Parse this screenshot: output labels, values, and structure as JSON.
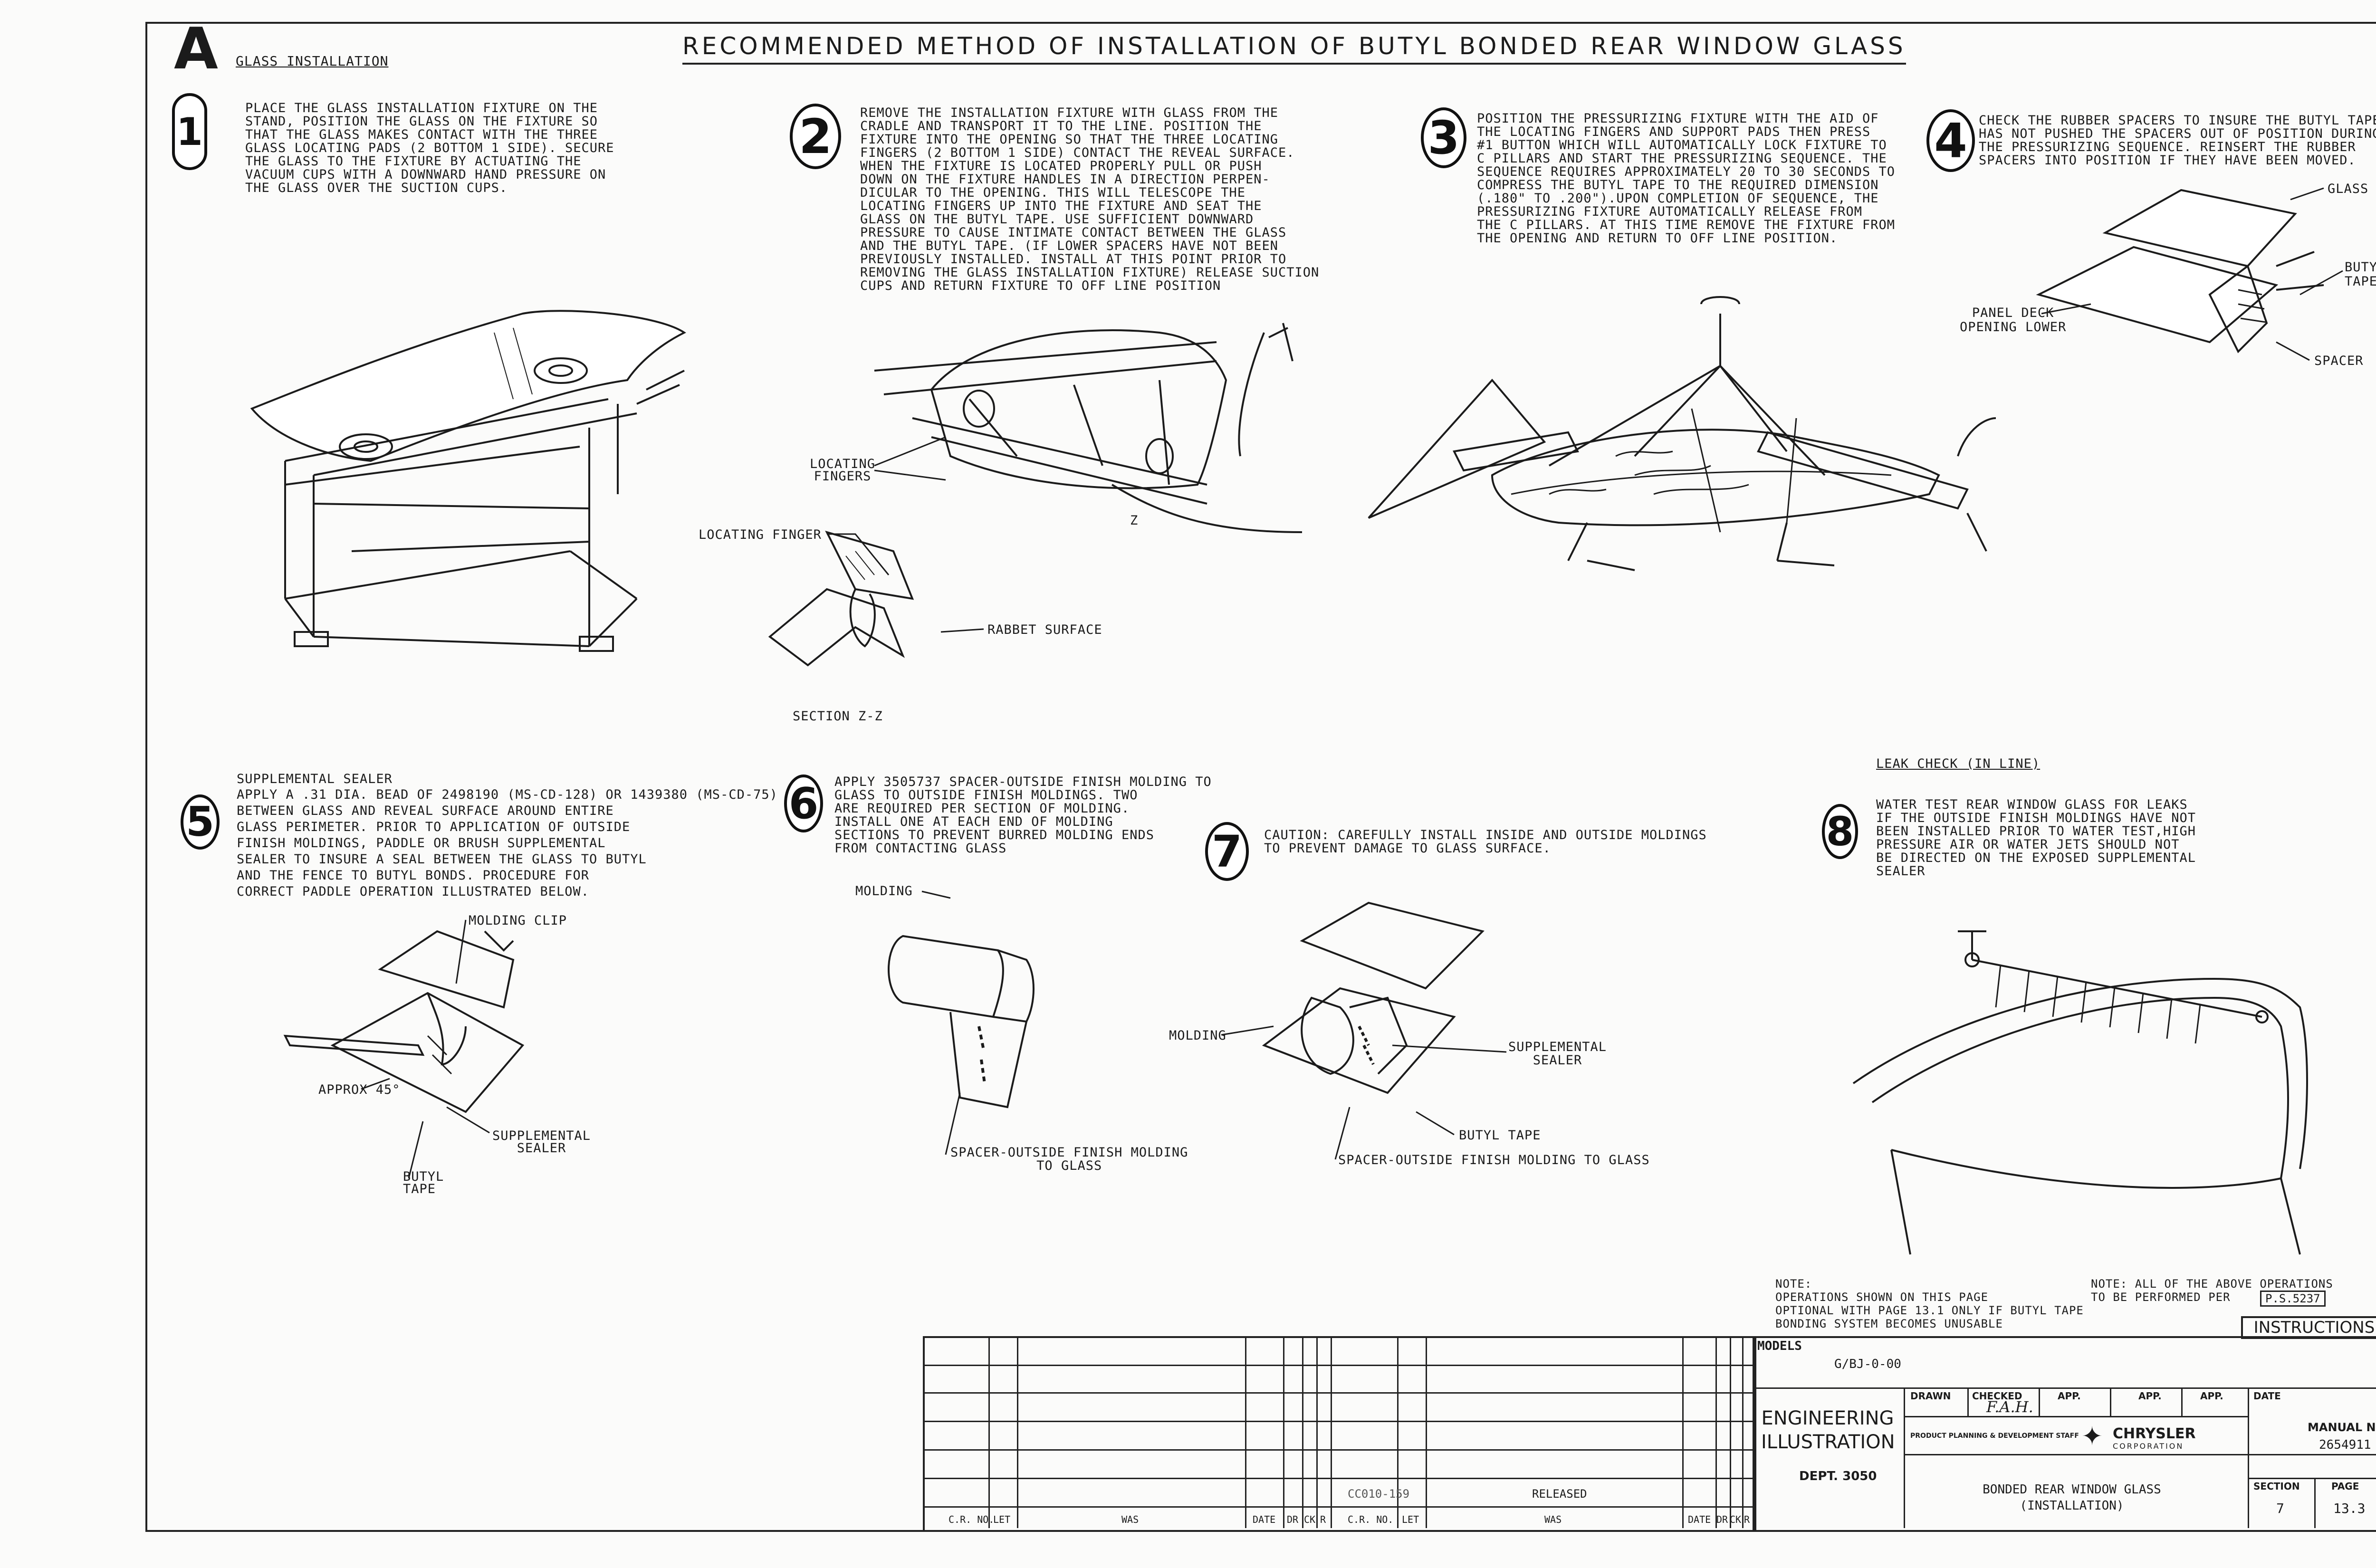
{
  "header": {
    "section_letter": "A",
    "section_title": "GLASS INSTALLATION",
    "main_title": "RECOMMENDED METHOD OF INSTALLATION OF BUTYL BONDED REAR WINDOW GLASS"
  },
  "steps": [
    {
      "number": "1",
      "text": "PLACE THE GLASS INSTALLATION FIXTURE ON THE\nSTAND, POSITION THE GLASS ON THE FIXTURE SO\nTHAT THE GLASS MAKES CONTACT WITH THE THREE\nGLASS LOCATING PADS (2 BOTTOM 1 SIDE). SECURE\nTHE GLASS TO THE FIXTURE BY ACTUATING THE\nVACUUM CUPS WITH A DOWNWARD HAND PRESSURE ON\nTHE GLASS OVER THE SUCTION CUPS."
    },
    {
      "number": "2",
      "text": "REMOVE THE INSTALLATION FIXTURE WITH GLASS FROM THE\nCRADLE AND TRANSPORT IT TO THE LINE. POSITION THE\nFIXTURE INTO THE OPENING SO THAT THE THREE LOCATING\nFINGERS (2 BOTTOM 1 SIDE) CONTACT THE REVEAL SURFACE.\nWHEN THE FIXTURE IS LOCATED PROPERLY PULL OR PUSH\nDOWN ON THE FIXTURE HANDLES IN A DIRECTION PERPEN-\nDICULAR TO THE OPENING. THIS WILL TELESCOPE THE\nLOCATING FINGERS UP INTO THE FIXTURE AND SEAT THE\nGLASS ON THE BUTYL TAPE. USE SUFFICIENT DOWNWARD\nPRESSURE TO CAUSE INTIMATE CONTACT BETWEEN THE GLASS\nAND THE BUTYL TAPE. (IF LOWER SPACERS HAVE NOT BEEN\nPREVIOUSLY INSTALLED. INSTALL AT THIS POINT PRIOR TO\nREMOVING THE GLASS INSTALLATION FIXTURE) RELEASE SUCTION\nCUPS AND RETURN FIXTURE TO OFF LINE POSITION"
    },
    {
      "number": "3",
      "text": "POSITION THE PRESSURIZING FIXTURE WITH THE AID OF\nTHE LOCATING FINGERS AND SUPPORT PADS THEN PRESS\n#1 BUTTON WHICH WILL AUTOMATICALLY LOCK FIXTURE TO\nC PILLARS AND START THE PRESSURIZING SEQUENCE. THE\nSEQUENCE REQUIRES APPROXIMATELY 20 TO 30 SECONDS TO\nCOMPRESS THE BUTYL TAPE TO THE REQUIRED DIMENSION\n(.180\" TO .200\").UPON COMPLETION OF SEQUENCE, THE\nPRESSURIZING FIXTURE AUTOMATICALLY RELEASE FROM\nTHE C PILLARS. AT THIS TIME REMOVE THE FIXTURE FROM\nTHE OPENING AND RETURN TO OFF LINE POSITION."
    },
    {
      "number": "4",
      "text": "CHECK THE RUBBER SPACERS TO INSURE THE BUTYL TAPE\nHAS NOT PUSHED THE SPACERS OUT OF POSITION DURING\nTHE PRESSURIZING SEQUENCE. REINSERT THE RUBBER\nSPACERS INTO POSITION IF THEY HAVE BEEN MOVED."
    },
    {
      "number": "5",
      "heading": "SUPPLEMENTAL SEALER",
      "text": "APPLY A .31 DIA. BEAD OF 2498190 (MS-CD-128) OR 1439380 (MS-CD-75)\nBETWEEN GLASS AND REVEAL SURFACE AROUND ENTIRE\nGLASS PERIMETER. PRIOR TO APPLICATION OF OUTSIDE\nFINISH MOLDINGS, PADDLE OR BRUSH SUPPLEMENTAL\nSEALER TO INSURE A SEAL BETWEEN THE GLASS TO BUTYL\nAND THE FENCE TO BUTYL BONDS. PROCEDURE FOR\nCORRECT PADDLE OPERATION ILLUSTRATED BELOW."
    },
    {
      "number": "6",
      "text": "APPLY 3505737 SPACER-OUTSIDE FINISH MOLDING TO\nGLASS TO OUTSIDE FINISH MOLDINGS. TWO\nARE REQUIRED PER SECTION OF MOLDING.\nINSTALL ONE AT EACH END OF MOLDING\nSECTIONS TO PREVENT BURRED MOLDING ENDS\nFROM CONTACTING GLASS"
    },
    {
      "number": "7",
      "text": "CAUTION: CAREFULLY INSTALL INSIDE AND OUTSIDE MOLDINGS\nTO PREVENT DAMAGE TO GLASS SURFACE."
    },
    {
      "number": "8",
      "heading": "LEAK CHECK (IN LINE)",
      "text": "WATER TEST REAR WINDOW GLASS FOR LEAKS\nIF THE OUTSIDE FINISH MOLDINGS HAVE NOT\nBEEN INSTALLED PRIOR TO WATER TEST,HIGH\nPRESSURE AIR OR WATER JETS SHOULD NOT\nBE DIRECTED ON THE EXPOSED SUPPLEMENTAL\nSEALER"
    }
  ],
  "callouts": {
    "locating_fingers": "LOCATING\nFINGERS",
    "locating_finger": "LOCATING FINGER",
    "rabbet_surface": "RABBET SURFACE",
    "section_zz": "SECTION Z-Z",
    "z_marker": "Z",
    "glass": "GLASS",
    "butyl_tape": "BUTYL\nTAPE",
    "panel_deck": "PANEL DECK\nOPENING LOWER",
    "spacer": "SPACER",
    "molding_clip": "MOLDING CLIP",
    "approx_45": "APPROX 45°",
    "supplemental_sealer_5": "SUPPLEMENTAL\nSEALER",
    "butyl_tape_5": "BUTYL\nTAPE",
    "molding_6": "MOLDING",
    "spacer_6": "SPACER-OUTSIDE FINISH MOLDING\nTO GLASS",
    "molding_7": "MOLDING",
    "supplemental_sealer_7": "SUPPLEMENTAL\nSEALER",
    "butyl_tape_7": "BUTYL TAPE",
    "spacer_7": "SPACER-OUTSIDE FINISH MOLDING TO GLASS"
  },
  "notes": {
    "note_left": "NOTE:\nOPERATIONS SHOWN ON THIS PAGE\nOPTIONAL WITH PAGE 13.1 ONLY IF BUTYL TAPE\nBONDING SYSTEM BECOMES UNUSABLE",
    "note_right": "NOTE: ALL OF THE ABOVE OPERATIONS\nTO BE PERFORMED PER",
    "ps_ref": "P.S.5237"
  },
  "title_block": {
    "instructions": "INSTRUCTIONS",
    "models_label": "MODELS",
    "models_value": "G/BJ-0-00",
    "engineering": "ENGINEERING\nILLUSTRATION",
    "dept": "DEPT. 3050",
    "drawn": "DRAWN",
    "checked": "CHECKED",
    "appr1": "APP.",
    "appr2": "APP.",
    "appr3": "APP.",
    "date_label": "DATE",
    "manual_label": "MANUAL NO.",
    "manual_value": "2654911",
    "staff": "PRODUCT PLANNING & DEVELOPMENT STAFF",
    "company": "CHRYSLER",
    "company_sub": "CORPORATION",
    "subject": "BONDED REAR WINDOW GLASS\n(INSTALLATION)",
    "section_label": "SECTION",
    "section_value": "7",
    "page_label": "PAGE",
    "page_value": "13.3",
    "checked_sig": "F.A.H.",
    "revision_no": "CC010-159",
    "revision_status": "RELEASED",
    "rev_cols": [
      "C.R. NO.",
      "LET",
      "WAS",
      "DATE",
      "DR",
      "CK",
      "R",
      "C.R. NO.",
      "LET",
      "WAS",
      "DATE",
      "DR",
      "CK",
      "R"
    ]
  },
  "colors": {
    "ink": "#1b1b1b",
    "paper": "#fbfbfa"
  }
}
